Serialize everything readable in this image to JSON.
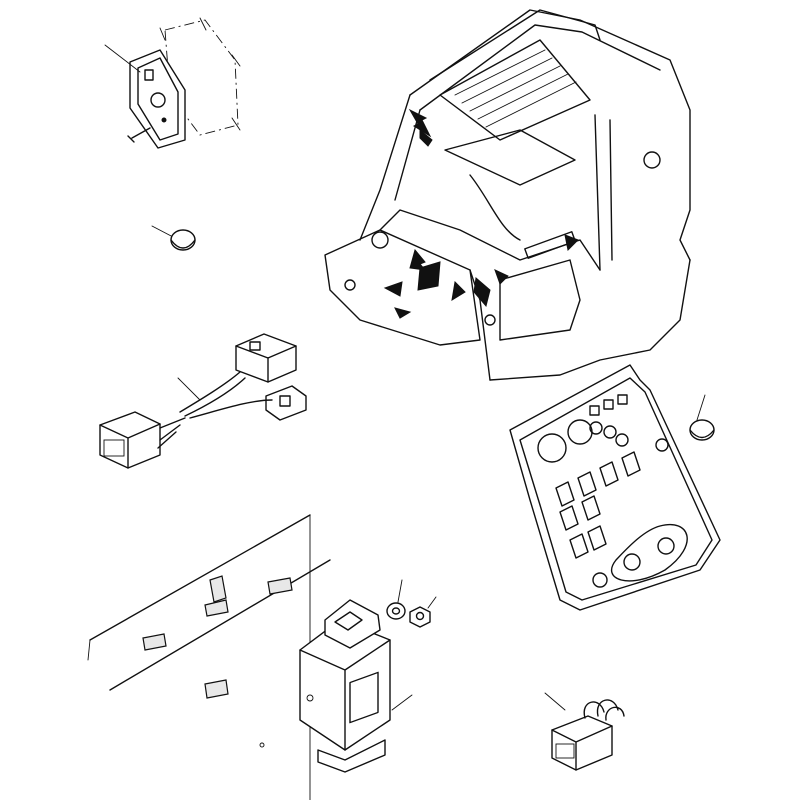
{
  "drawing": {
    "type": "exploded-parts-diagram",
    "parts": [
      {
        "id": "switch-bracket",
        "icon": "square-switch-plate"
      },
      {
        "id": "round-plug",
        "icon": "cap-plug"
      },
      {
        "id": "wiring-harness",
        "icon": "connector-harness"
      },
      {
        "id": "cab-frame",
        "icon": "operator-cab"
      },
      {
        "id": "switch-panel",
        "icon": "dashboard-panel"
      },
      {
        "id": "panel-cap",
        "icon": "cap-plug"
      },
      {
        "id": "control-unit",
        "icon": "electronic-box"
      },
      {
        "id": "spacer",
        "icon": "washer"
      },
      {
        "id": "nut",
        "icon": "nut"
      },
      {
        "id": "relay-connector",
        "icon": "connector-block"
      }
    ],
    "line_color": "#111111",
    "background": "#ffffff"
  }
}
